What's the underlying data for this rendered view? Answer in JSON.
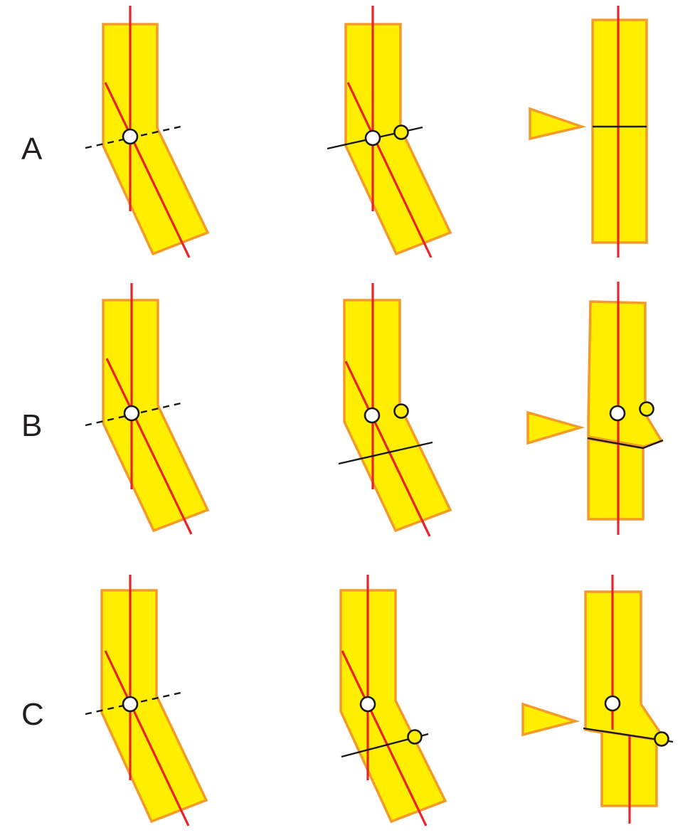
{
  "rows": [
    {
      "label": "A"
    },
    {
      "label": "B"
    },
    {
      "label": "C"
    }
  ],
  "colors": {
    "bone_fill": "#ffee00",
    "bone_outline": "#f39a2b",
    "axis_line": "#e8232a",
    "osteotomy_line": "#1a1a1a",
    "cora_marker": "#ffffff",
    "hinge_marker": "#ffee00"
  }
}
